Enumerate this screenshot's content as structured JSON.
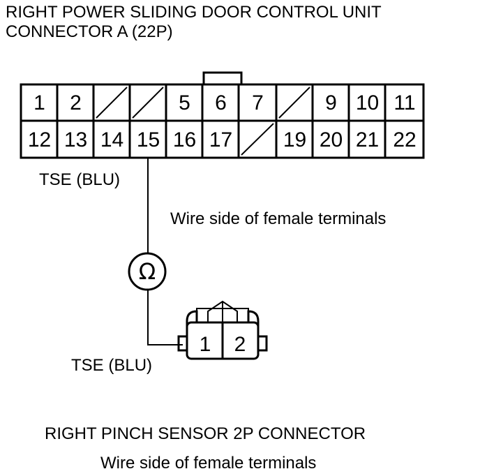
{
  "connector_a": {
    "title_line1": "RIGHT POWER SLIDING DOOR CONTROL UNIT",
    "title_line2": "CONNECTOR A (22P)",
    "row1": [
      "1",
      "2",
      "",
      "",
      "5",
      "6",
      "7",
      "",
      "9",
      "10",
      "11"
    ],
    "row2": [
      "12",
      "13",
      "14",
      "15",
      "16",
      "17",
      "",
      "19",
      "20",
      "21",
      "22"
    ],
    "wire_label": "TSE (BLU)",
    "view_note": "Wire side of female terminals"
  },
  "meter": {
    "symbol": "Ω"
  },
  "pinch_connector": {
    "pins": [
      "1",
      "2"
    ],
    "wire_label": "TSE (BLU)",
    "title": "RIGHT PINCH SENSOR 2P CONNECTOR",
    "view_note": "Wire side of female terminals"
  }
}
